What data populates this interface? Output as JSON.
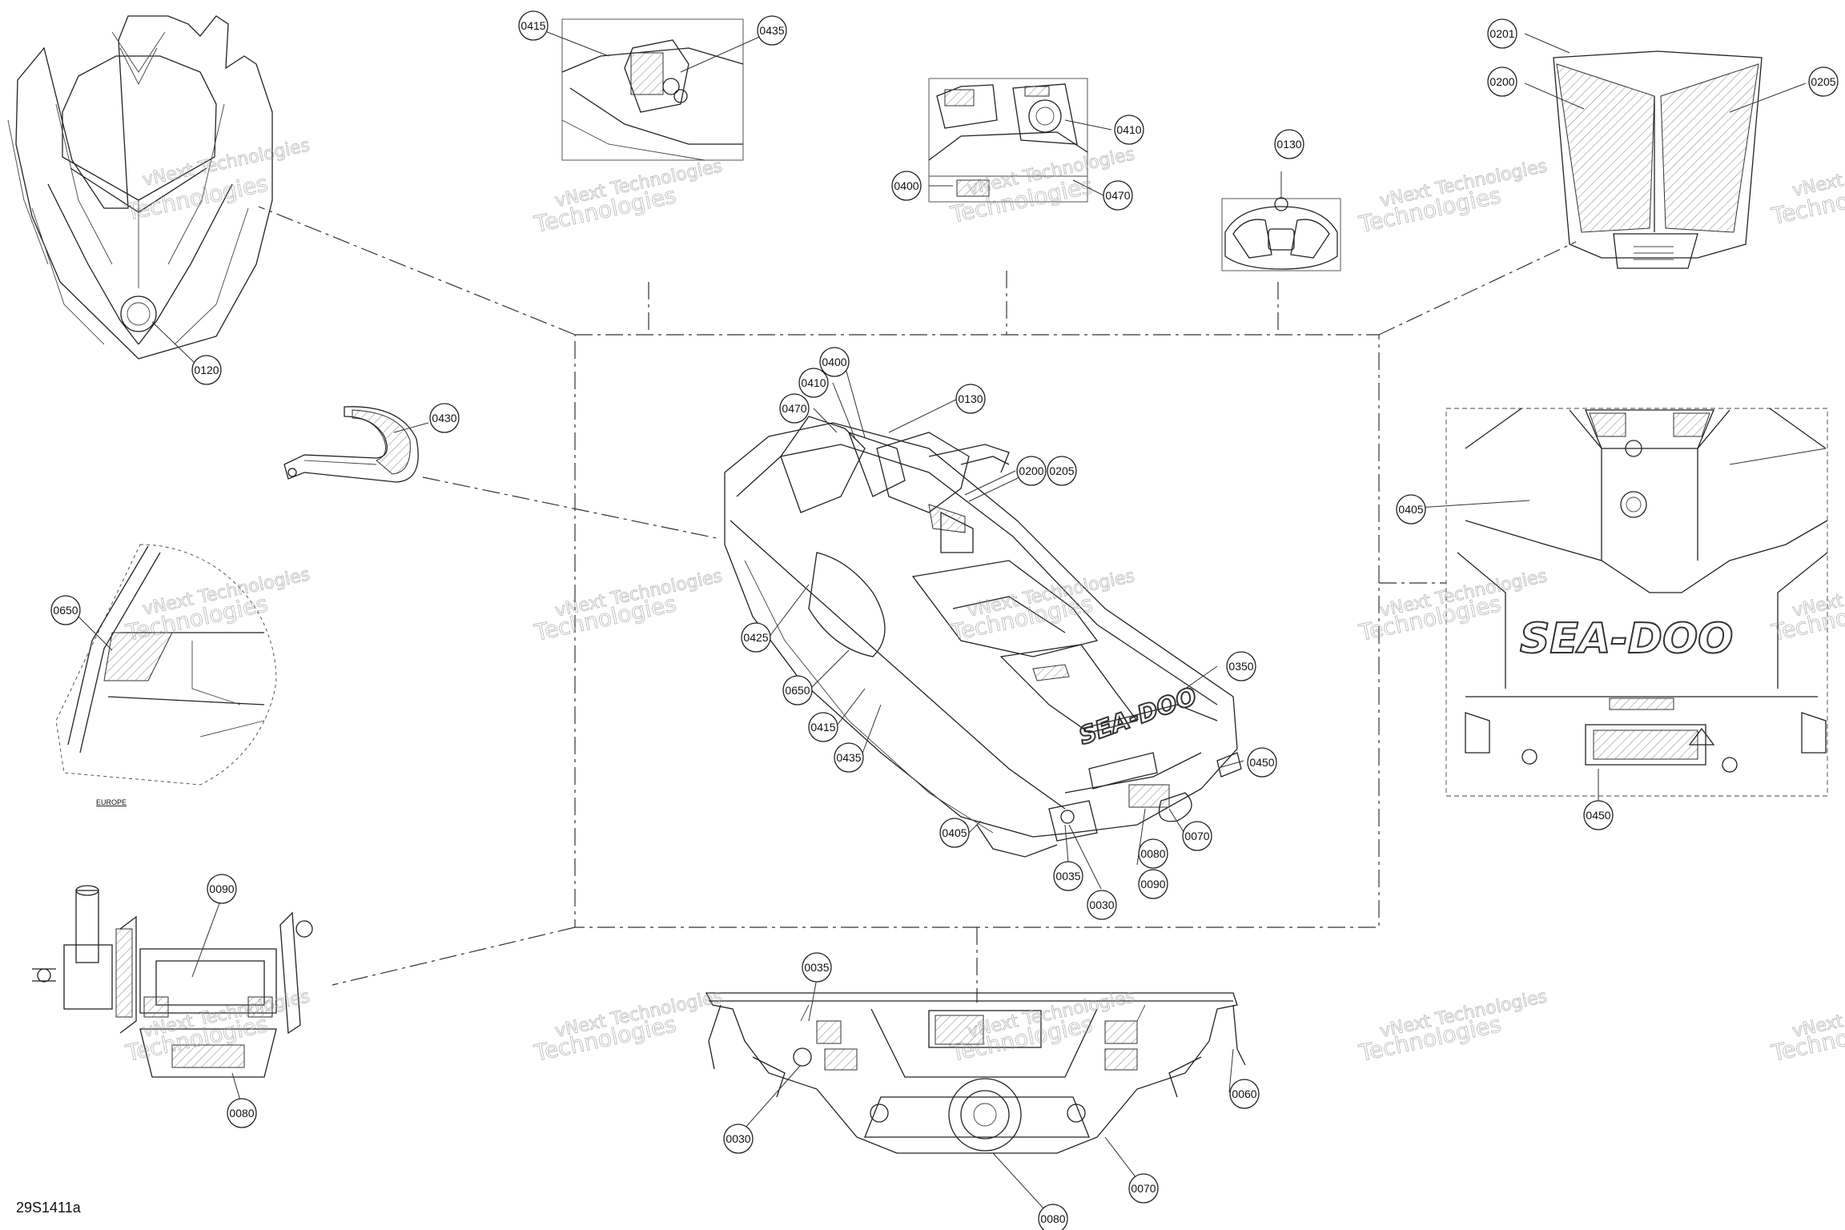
{
  "drawing": {
    "reference": "29S1411a",
    "europe_label": "EUROPE",
    "brand_logo": "SEA-DOO",
    "watermark_line1": "vNext Technologies",
    "watermark_line2": "Technologies"
  },
  "callouts": [
    {
      "id": "c-0120",
      "label": "0120"
    },
    {
      "id": "c-0415",
      "label": "0415"
    },
    {
      "id": "c-0435",
      "label": "0435"
    },
    {
      "id": "c-0410",
      "label": "0410"
    },
    {
      "id": "c-0400",
      "label": "0400"
    },
    {
      "id": "c-0470",
      "label": "0470"
    },
    {
      "id": "c-0130",
      "label": "0130"
    },
    {
      "id": "c-0201",
      "label": "0201"
    },
    {
      "id": "c-0200",
      "label": "0200"
    },
    {
      "id": "c-0205",
      "label": "0205"
    },
    {
      "id": "c-0430",
      "label": "0430"
    },
    {
      "id": "c-0650",
      "label": "0650"
    },
    {
      "id": "c-0090",
      "label": "0090"
    },
    {
      "id": "c-0080",
      "label": "0080"
    },
    {
      "id": "c-0405",
      "label": "0405"
    },
    {
      "id": "c-0450",
      "label": "0450"
    },
    {
      "id": "c-0035",
      "label": "0035"
    },
    {
      "id": "c-0030",
      "label": "0030"
    },
    {
      "id": "c-0070",
      "label": "0070"
    },
    {
      "id": "c-0060",
      "label": "0060"
    },
    {
      "id": "m-0400",
      "label": "0400"
    },
    {
      "id": "m-0410",
      "label": "0410"
    },
    {
      "id": "m-0470",
      "label": "0470"
    },
    {
      "id": "m-0130",
      "label": "0130"
    },
    {
      "id": "m-0200",
      "label": "0200"
    },
    {
      "id": "m-0205",
      "label": "0205"
    },
    {
      "id": "m-0425",
      "label": "0425"
    },
    {
      "id": "m-0650",
      "label": "0650"
    },
    {
      "id": "m-0415",
      "label": "0415"
    },
    {
      "id": "m-0435",
      "label": "0435"
    },
    {
      "id": "m-0350",
      "label": "0350"
    },
    {
      "id": "m-0450",
      "label": "0450"
    },
    {
      "id": "m-0405",
      "label": "0405"
    },
    {
      "id": "m-0070",
      "label": "0070"
    },
    {
      "id": "m-0080",
      "label": "0080"
    },
    {
      "id": "m-0035",
      "label": "0035"
    },
    {
      "id": "m-0090",
      "label": "0090"
    },
    {
      "id": "m-0030",
      "label": "0030"
    }
  ]
}
